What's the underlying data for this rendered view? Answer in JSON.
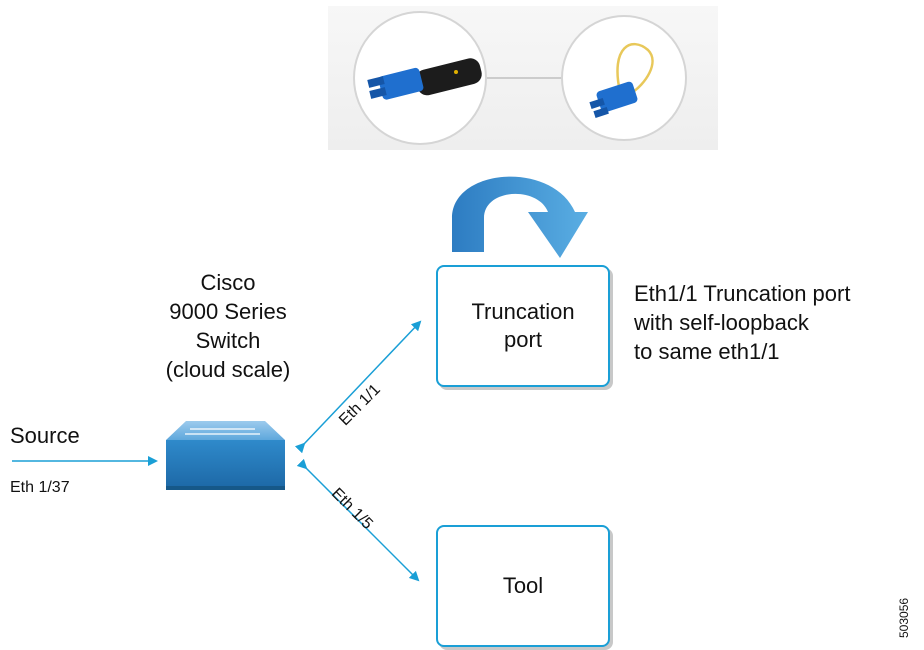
{
  "switch": {
    "lines": [
      "Cisco",
      "9000 Series",
      "Switch",
      "(cloud scale)"
    ]
  },
  "truncation_box": {
    "lines": [
      "Truncation",
      "port"
    ]
  },
  "tool_box": {
    "label": "Tool"
  },
  "note": {
    "lines": [
      "Eth1/1 Truncation port",
      "with self-loopback",
      "to same eth1/1"
    ]
  },
  "source": {
    "label": "Source",
    "port": "Eth 1/37"
  },
  "links": {
    "truncation_port": "Eth 1/1",
    "tool_port": "Eth 1/5"
  },
  "figure_id": "503056",
  "photos": {
    "left": "lc-connector-with-attenuator",
    "right": "lc-loopback-cable-icon"
  },
  "colors": {
    "accent": "#1a9fd6",
    "loop_arrow": "#3d8fd0",
    "switch_body": "#2d8ac8"
  }
}
